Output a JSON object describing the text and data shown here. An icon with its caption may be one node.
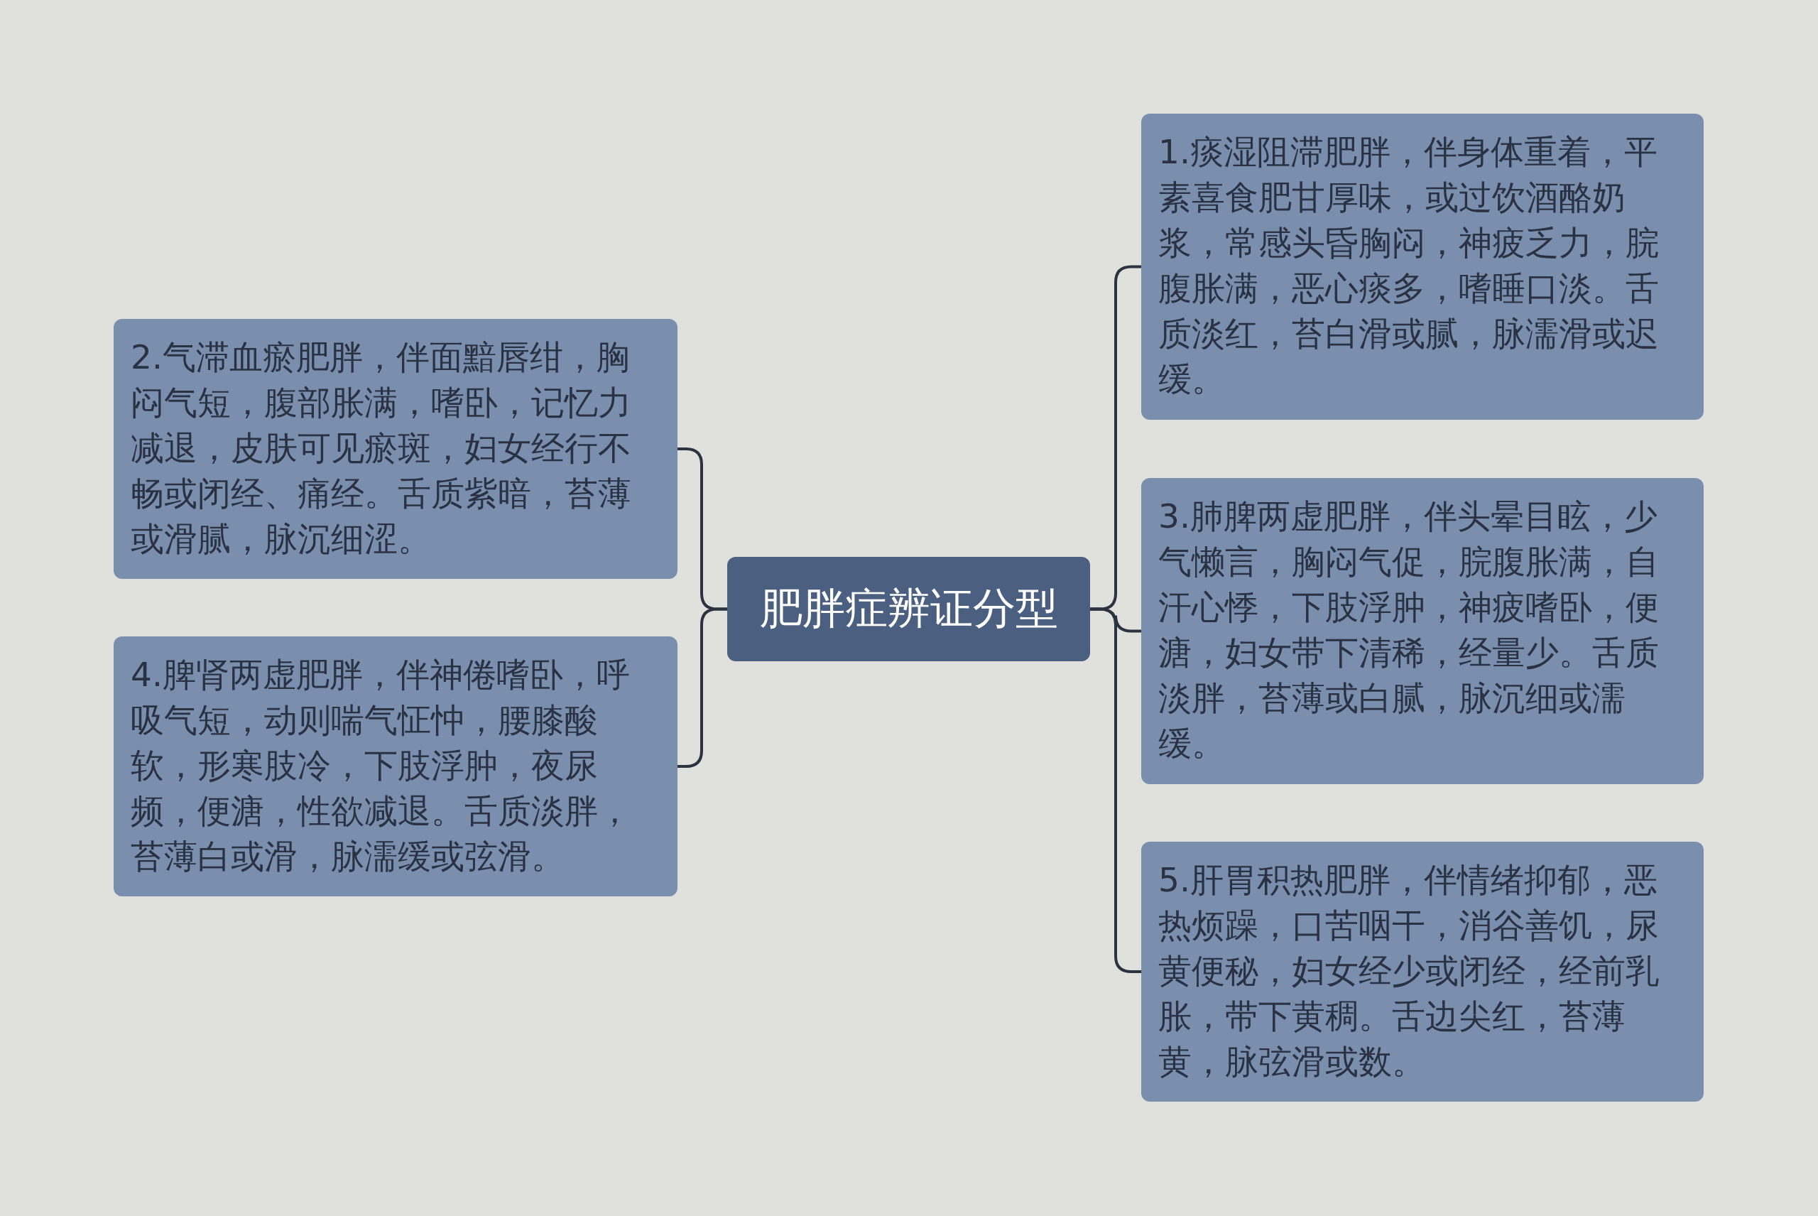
{
  "diagram": {
    "nodes": [
      {
        "text": [
          "肥胖症辨证分型"
        ]
      },
      {
        "text": [
          "1.痰湿阻滞肥胖，伴身体重着，平素喜食肥甘厚味，或过饮酒酪奶浆，常感头昏胸闷，神疲乏力，脘腹胀满，恶心痰多，嗜睡口淡。舌质淡红，苔白滑或腻，脉濡滑或迟缓。"
        ]
      },
      {
        "text": [
          "2.气滞血瘀肥胖，伴面黯唇绀，胸闷气短，腹部胀满，嗜卧，记忆力减退，皮肤可见瘀斑，妇女经行不畅或闭经、痛经。舌质紫暗，苔薄或滑腻，脉沉细涩。"
        ]
      },
      {
        "text": [
          "3.肺脾两虚肥胖，伴头晕目眩，少气懒言，胸闷气促，脘腹胀满，自汗心悸，下肢浮肿，神疲嗜卧，便溏，妇女带下清稀，经量少。舌质淡胖，苔薄或白腻，脉沉细或濡缓。"
        ]
      },
      {
        "text": [
          "4.脾肾两虚肥胖，伴神倦嗜卧，呼吸气短，动则喘气怔忡，腰膝酸软，形寒肢冷，下肢浮肿，夜尿频，便溏，性欲减退。舌质淡胖，苔薄白或滑，脉濡缓或弦滑。"
        ]
      },
      {
        "text": [
          "5.肝胃积热肥胖，伴情绪抑郁，恶热烦躁，口苦咽干，消谷善饥，尿黄便秘，妇女经少或闭经，经前乳胀，带下黄稠。舌边尖红，苔薄黄，脉弦滑或数。"
        ]
      }
    ],
    "edges": [
      {
        "from": 0,
        "to": 1,
        "arrow": "none"
      },
      {
        "from": 0,
        "to": 2,
        "arrow": "none"
      },
      {
        "from": 0,
        "to": 3,
        "arrow": "none"
      },
      {
        "from": 0,
        "to": 4,
        "arrow": "none"
      },
      {
        "from": 0,
        "to": 5,
        "arrow": "none"
      }
    ]
  }
}
